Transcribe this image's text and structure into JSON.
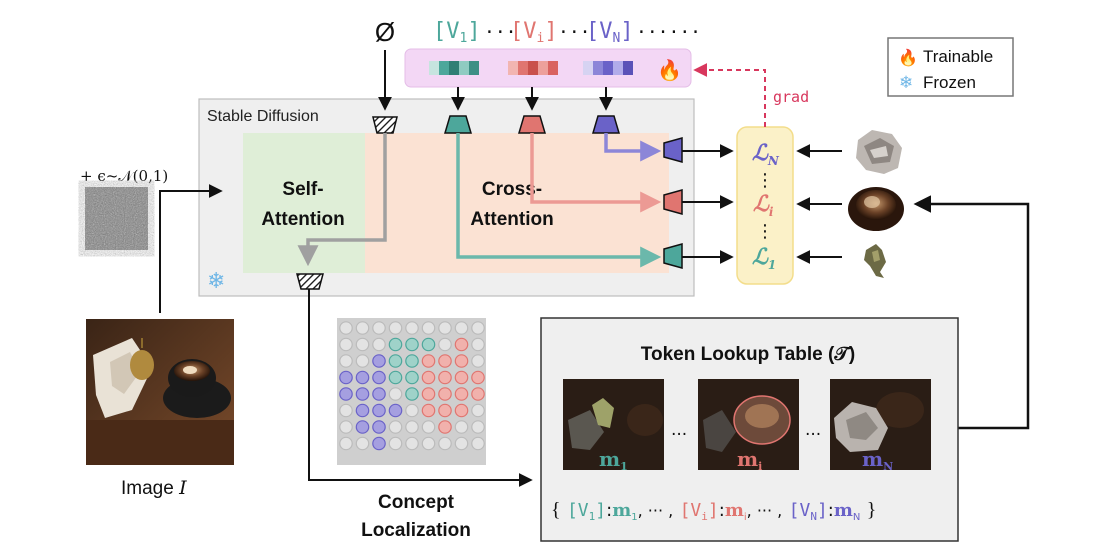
{
  "empty_symbol": "Ø",
  "token_row": {
    "v1": "[V",
    "v1_sub": "1",
    "vi": "[V",
    "vi_sub": "i",
    "vn": "[V",
    "vn_sub": "N",
    "close": "]",
    "dots": "···",
    "dots_end": "······"
  },
  "legend": {
    "trainable_icon": "🔥",
    "trainable_label": "Trainable",
    "frozen_icon": "❄",
    "frozen_label": "Frozen"
  },
  "grad_label": "grad",
  "stable_diffusion": {
    "title": "Stable Diffusion",
    "self_attention_line1": "Self-",
    "self_attention_line2": "Attention",
    "cross_attention_line1": "Cross-",
    "cross_attention_line2": "Attention"
  },
  "noise_label": "+ ϵ~𝒩(0,1)",
  "losses": {
    "top": "ℒ",
    "top_sub": "N",
    "mid": "ℒ",
    "mid_sub": "i",
    "bottom": "ℒ",
    "bottom_sub": "1",
    "vdots": "⋮"
  },
  "image_caption": "Image ",
  "image_caption_var": "I",
  "concept_localization_line1": "Concept",
  "concept_localization_line2": "Localization",
  "lookup_table": {
    "title": "Token Lookup Table (𝒯)",
    "m1": "m",
    "m1_sub": "1",
    "mi": "m",
    "mi_sub": "i",
    "mn": "m",
    "mn_sub": "N",
    "dots": "···",
    "mapping": {
      "open": "{",
      "v1": "[V",
      "v1_sub": "1",
      "v1_close": "]",
      "colon": ":",
      "m1": "m",
      "m1_sub": "1",
      "sep": ", ··· ,",
      "vi": "[V",
      "vi_sub": "i",
      "vi_close": "]",
      "mi": "m",
      "mi_sub": "i",
      "vn": "[V",
      "vn_sub": "N",
      "vn_close": "]",
      "mn": "m",
      "mn_sub": "N",
      "close": "}"
    }
  },
  "colors": {
    "teal": "#4da79b",
    "red": "#e07570",
    "purple": "#6a62c8",
    "pink_box": "#f3d7f5",
    "sd_box": "#efefef",
    "self_attn": "#dfeed7",
    "cross_attn": "#fbe2d3",
    "loss_box": "#fbf1c8",
    "grad": "#d8375d",
    "black": "#111111"
  }
}
